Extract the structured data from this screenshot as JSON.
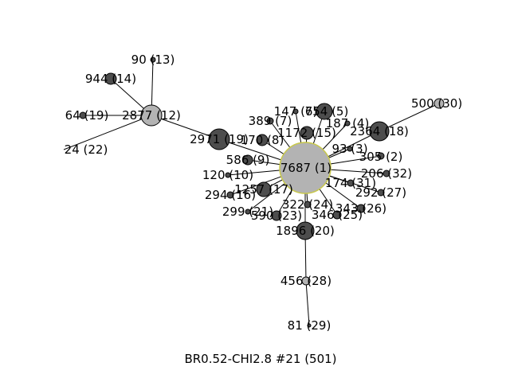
{
  "caption": "BR0.52-CHI2.8 #21 (501)",
  "colors": {
    "hub_fill": "#b3b3b3",
    "hub_stroke": "#c8c84a",
    "dark_fill": "#4d4d4d",
    "light_fill": "#b3b3b3",
    "stroke": "#000000",
    "edge": "#000000"
  },
  "nodes": [
    {
      "id": 1,
      "label": "7687 (1)",
      "tone": "hub"
    },
    {
      "id": 2,
      "label": "305 (2)",
      "tone": "dark"
    },
    {
      "id": 3,
      "label": "93 (3)",
      "tone": "dark"
    },
    {
      "id": 4,
      "label": "187 (4)",
      "tone": "dark"
    },
    {
      "id": 5,
      "label": "754 (5)",
      "tone": "dark"
    },
    {
      "id": 6,
      "label": "147 (6)",
      "tone": "dark"
    },
    {
      "id": 7,
      "label": "389 (7)",
      "tone": "dark"
    },
    {
      "id": 8,
      "label": "170 (8)",
      "tone": "dark"
    },
    {
      "id": 9,
      "label": "586 (9)",
      "tone": "dark"
    },
    {
      "id": 10,
      "label": "120 (10)",
      "tone": "dark"
    },
    {
      "id": 12,
      "label": "2877 (12)",
      "tone": "light"
    },
    {
      "id": 13,
      "label": "90 (13)",
      "tone": "dark"
    },
    {
      "id": 14,
      "label": "944 (14)",
      "tone": "dark"
    },
    {
      "id": 15,
      "label": "1172 (15)",
      "tone": "dark"
    },
    {
      "id": 16,
      "label": "294 (16)",
      "tone": "dark"
    },
    {
      "id": 17,
      "label": "1257 (17)",
      "tone": "dark"
    },
    {
      "id": 18,
      "label": "2364 (18)",
      "tone": "dark"
    },
    {
      "id": 19,
      "label": "64 (19)",
      "tone": "dark"
    },
    {
      "id": 20,
      "label": "1896 (20)",
      "tone": "dark"
    },
    {
      "id": 21,
      "label": "299 (21)",
      "tone": "dark"
    },
    {
      "id": 22,
      "label": "24 (22)",
      "tone": "dark"
    },
    {
      "id": 23,
      "label": "590 (23)",
      "tone": "dark"
    },
    {
      "id": 24,
      "label": "322 (24)",
      "tone": "dark"
    },
    {
      "id": 25,
      "label": "346 (25)",
      "tone": "dark"
    },
    {
      "id": 26,
      "label": "343 (26)",
      "tone": "dark"
    },
    {
      "id": 27,
      "label": "292 (27)",
      "tone": "dark"
    },
    {
      "id": 28,
      "label": "456 (28)",
      "tone": "light"
    },
    {
      "id": 29,
      "label": "81 (29)",
      "tone": "dark"
    },
    {
      "id": 30,
      "label": "500 (30)",
      "tone": "light"
    },
    {
      "id": 31,
      "label": "174 (31)",
      "tone": "dark"
    },
    {
      "id": 32,
      "label": "206 (32)",
      "tone": "dark"
    },
    {
      "id": 33,
      "label": "2971 (19)",
      "tone": "dark"
    }
  ],
  "edges": [
    [
      1,
      2
    ],
    [
      1,
      3
    ],
    [
      1,
      4
    ],
    [
      1,
      5
    ],
    [
      1,
      6
    ],
    [
      1,
      7
    ],
    [
      1,
      8
    ],
    [
      1,
      9
    ],
    [
      1,
      10
    ],
    [
      1,
      15
    ],
    [
      1,
      16
    ],
    [
      1,
      17
    ],
    [
      1,
      18
    ],
    [
      1,
      20
    ],
    [
      1,
      21
    ],
    [
      1,
      23
    ],
    [
      1,
      24
    ],
    [
      1,
      25
    ],
    [
      1,
      26
    ],
    [
      1,
      27
    ],
    [
      1,
      31
    ],
    [
      1,
      32
    ],
    [
      1,
      33
    ],
    [
      33,
      12
    ],
    [
      12,
      13
    ],
    [
      12,
      14
    ],
    [
      12,
      19
    ],
    [
      12,
      22
    ],
    [
      18,
      30
    ],
    [
      20,
      28
    ],
    [
      28,
      29
    ]
  ]
}
